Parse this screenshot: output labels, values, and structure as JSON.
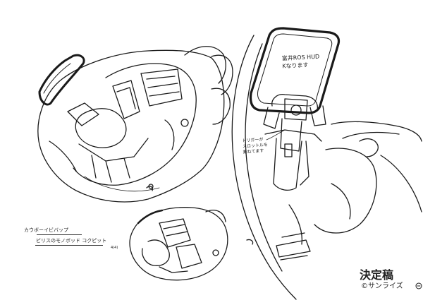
{
  "notes": {
    "hud_line1": "富井ROS HUD",
    "hud_line2": "Kなります",
    "trigger_line1": "トリガーが",
    "trigger_line2": "スロットルを",
    "trigger_line3": "兼ねてます",
    "caption_line1": "カウボーイビバップ",
    "caption_line2": "ビリスのモノボッド コクピット",
    "small_note": "4(4)",
    "final_stamp": "決定稿",
    "copyright": "©サンライズ"
  },
  "colors": {
    "ink": "#1a1a1a",
    "paper": "#ffffff"
  }
}
